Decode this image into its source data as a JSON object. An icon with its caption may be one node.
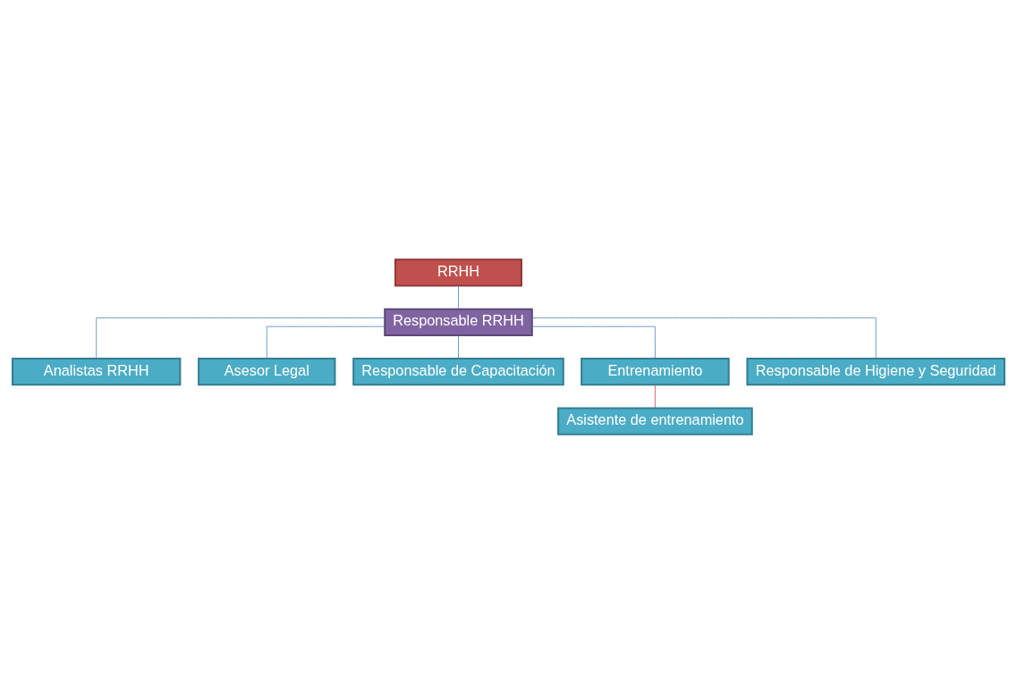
{
  "diagram": {
    "nodes": [
      {
        "text": [
          "RRHH"
        ]
      },
      {
        "text": [
          "Responsable RRHH"
        ]
      },
      {
        "text": [
          "Analistas RRHH"
        ]
      },
      {
        "text": [
          "Asesor Legal"
        ]
      },
      {
        "text": [
          "Responsable de Capacitación"
        ]
      },
      {
        "text": [
          "Entrenamiento"
        ]
      },
      {
        "text": [
          "Responsable de Higiene y Seguridad"
        ]
      },
      {
        "text": [
          "Asistente de entrenamiento"
        ]
      }
    ],
    "edges": [
      {
        "from": 0,
        "to": 1,
        "arrow": "none"
      },
      {
        "from": 1,
        "to": 2,
        "arrow": "none"
      },
      {
        "from": 1,
        "to": 3,
        "arrow": "none"
      },
      {
        "from": 1,
        "to": 4,
        "arrow": "none"
      },
      {
        "from": 1,
        "to": 5,
        "arrow": "none"
      },
      {
        "from": 1,
        "to": 6,
        "arrow": "none"
      },
      {
        "from": 5,
        "to": 7,
        "arrow": "none",
        "color": "#c0504d"
      }
    ]
  }
}
